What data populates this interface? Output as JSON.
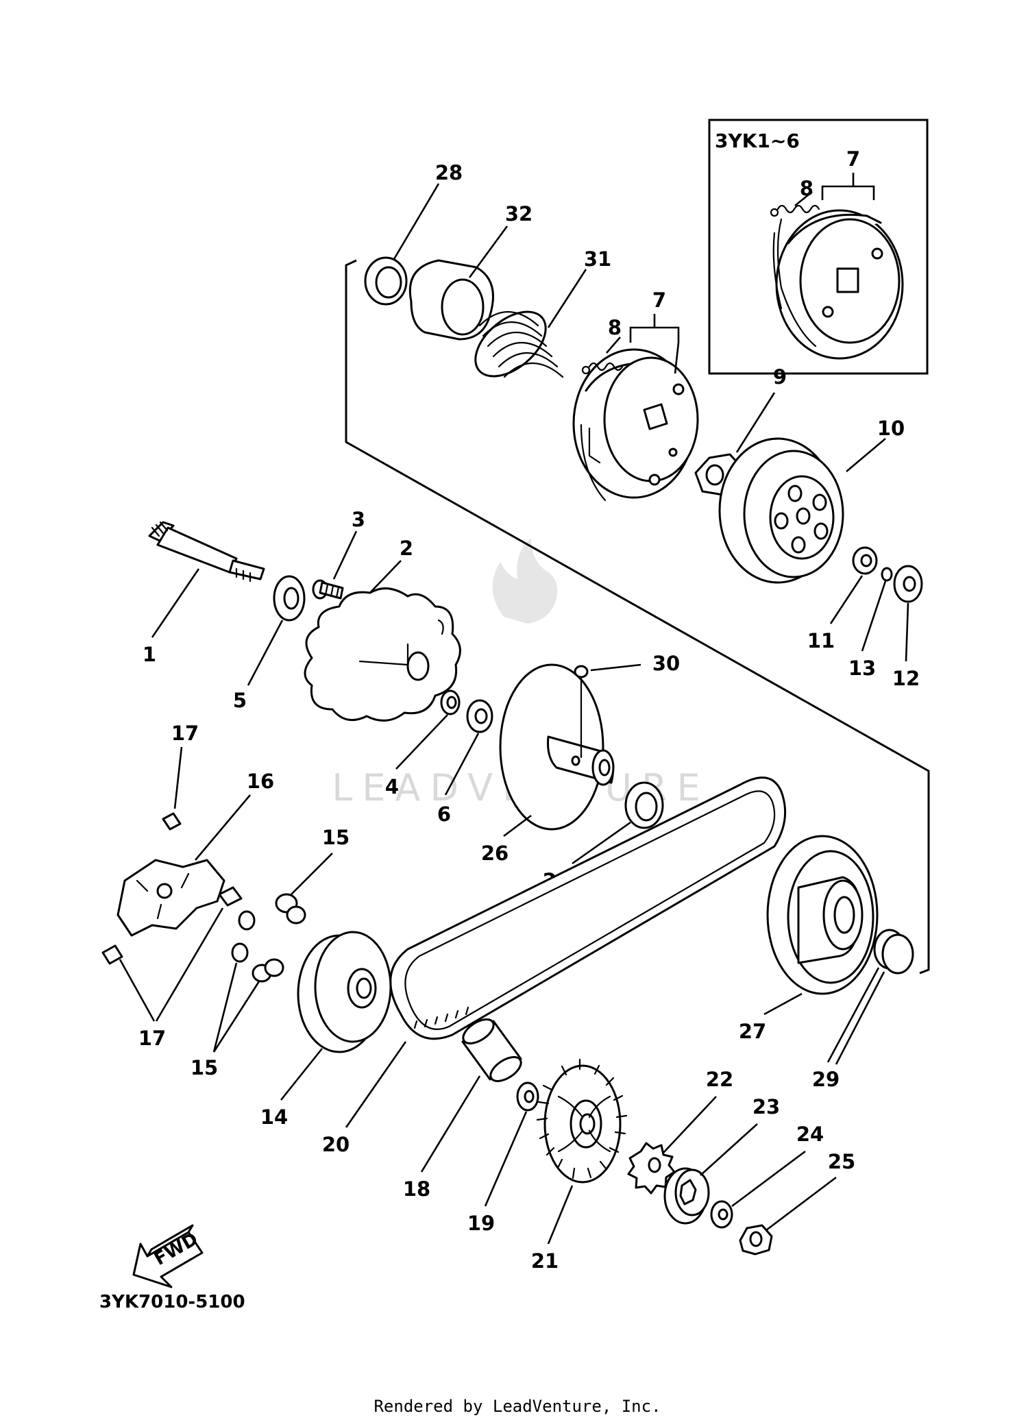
{
  "diagram": {
    "drawing_code": "3YK7010-5100",
    "inset_label": "3YK1~6",
    "direction_label": "FWD",
    "watermark": "LEADVENTURE",
    "footer": "Rendered by LeadVenture, Inc.",
    "callouts": {
      "p1": "1",
      "p2": "2",
      "p3": "3",
      "p4": "4",
      "p5": "5",
      "p6": "6",
      "p7": "7",
      "p7b": "7",
      "p8": "8",
      "p8b": "8",
      "p9": "9",
      "p10": "10",
      "p11": "11",
      "p12": "12",
      "p13": "13",
      "p14": "14",
      "p15a": "15",
      "p15b": "15",
      "p16": "16",
      "p17a": "17",
      "p17b": "17",
      "p18": "18",
      "p19": "19",
      "p20": "20",
      "p21": "21",
      "p22": "22",
      "p23": "23",
      "p24": "24",
      "p25": "25",
      "p26": "26",
      "p27": "27",
      "p28a": "28",
      "p28b": "28",
      "p29": "29",
      "p30": "30",
      "p31": "31",
      "p32": "32"
    }
  }
}
